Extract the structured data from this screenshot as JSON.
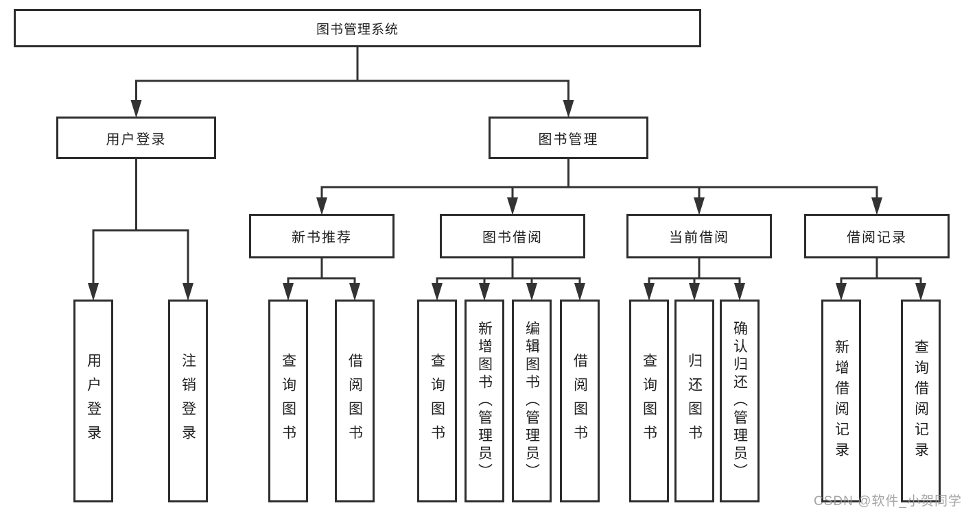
{
  "watermark": "CSDN @软件_小贺同学",
  "colors": {
    "line": "#333333",
    "box_border": "#2d2d2d",
    "text": "#1f1f1f",
    "watermark": "#949494"
  },
  "tree": {
    "id": "root",
    "label": "图书管理系统",
    "children": [
      {
        "id": "user-login",
        "label": "用户登录",
        "children": [
          {
            "id": "user-login-leaf",
            "label": "用户登录"
          },
          {
            "id": "logout-leaf",
            "label": "注销登录"
          }
        ]
      },
      {
        "id": "book-mgmt",
        "label": "图书管理",
        "children": [
          {
            "id": "new-book-rec",
            "label": "新书推荐",
            "children": [
              {
                "id": "nbr-query-books",
                "label": "查询图书"
              },
              {
                "id": "nbr-borrow-books",
                "label": "借阅图书"
              }
            ]
          },
          {
            "id": "book-borrow",
            "label": "图书借阅",
            "children": [
              {
                "id": "bb-query-books",
                "label": "查询图书"
              },
              {
                "id": "bb-add-books",
                "label": "新增图书（管理员）"
              },
              {
                "id": "bb-edit-books",
                "label": "编辑图书（管理员）"
              },
              {
                "id": "bb-borrow-books",
                "label": "借阅图书"
              }
            ]
          },
          {
            "id": "current-borrow",
            "label": "当前借阅",
            "children": [
              {
                "id": "cb-query-books",
                "label": "查询图书"
              },
              {
                "id": "cb-return-books",
                "label": "归还图书"
              },
              {
                "id": "cb-confirm-return",
                "label": "确认归还（管理员）"
              }
            ]
          },
          {
            "id": "borrow-records",
            "label": "借阅记录",
            "children": [
              {
                "id": "br-add-record",
                "label": "新增借阅记录"
              },
              {
                "id": "br-query-record",
                "label": "查询借阅记录"
              }
            ]
          }
        ]
      }
    ]
  }
}
